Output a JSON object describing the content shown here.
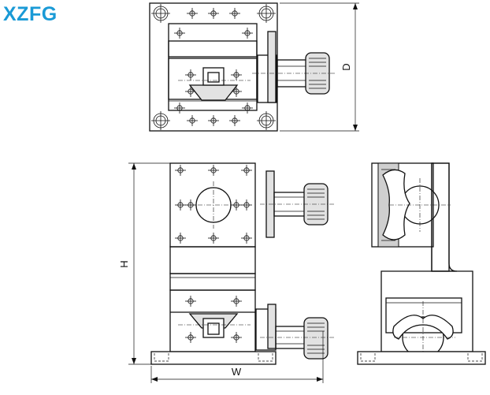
{
  "title": {
    "text": "XZFG",
    "color": "#1a9ad6"
  },
  "dimensions": {
    "depth": "D",
    "height": "H",
    "width": "W"
  }
}
